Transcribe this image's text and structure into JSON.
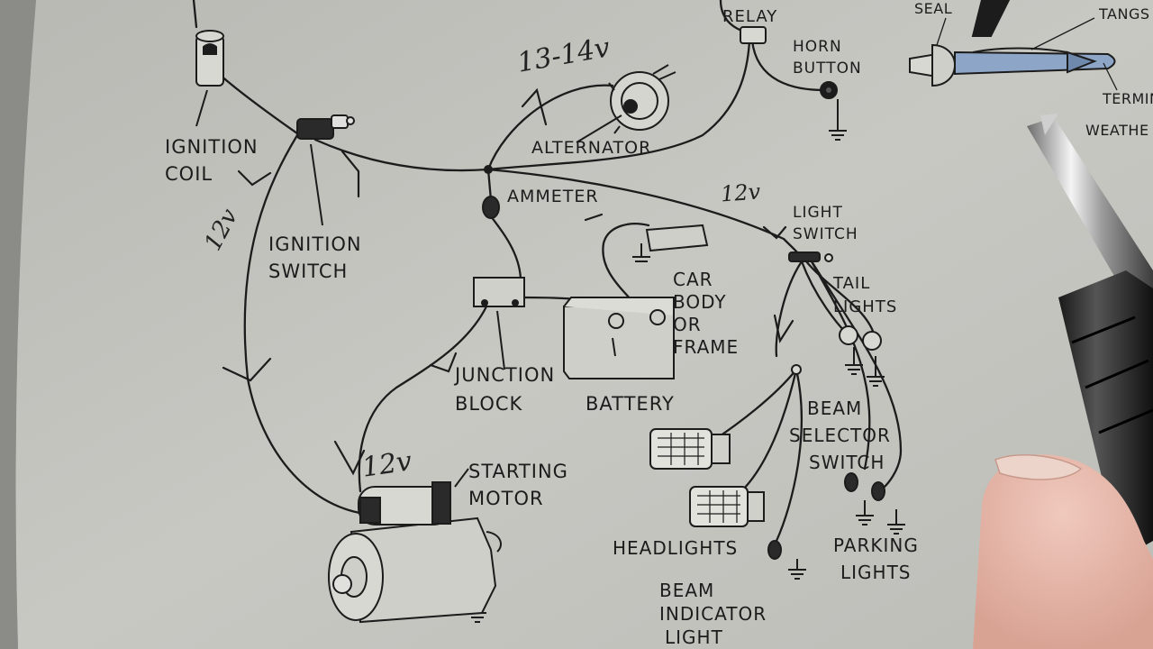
{
  "labels": {
    "horn_relay": "RELAY",
    "horn_button": [
      "HORN",
      "BUTTON"
    ],
    "seal": "SEAL",
    "tangs": "TANGS",
    "terminal": "TERMIN",
    "weather": "WEATHE",
    "ignition_coil": [
      "IGNITION",
      "COIL"
    ],
    "ignition_switch": [
      "IGNITION",
      "SWITCH"
    ],
    "alternator": "ALTERNATOR",
    "ammeter": "AMMETER",
    "light_switch": [
      "LIGHT",
      "SWITCH"
    ],
    "tail_lights": [
      "TAIL",
      "LIGHTS"
    ],
    "car_body": [
      "CAR",
      "BODY",
      "OR",
      "FRAME"
    ],
    "junction_block": [
      "JUNCTION",
      "BLOCK"
    ],
    "battery": "BATTERY",
    "beam_selector_switch": [
      "BEAM",
      "SELECTOR",
      "SWITCH"
    ],
    "starting_motor": [
      "STARTING",
      "MOTOR"
    ],
    "headlights": "HEADLIGHTS",
    "beam_indicator_light": [
      "BEAM",
      "INDICATOR",
      "LIGHT"
    ],
    "parking_lights": [
      "PARKING",
      "LIGHTS"
    ]
  },
  "handwritten": {
    "alternator_voltage": "13-14v",
    "light_feed_voltage": "12v",
    "coil_feed_voltage": "12v",
    "starter_voltage": "12v"
  },
  "colors": {
    "page": "#c4c4bf",
    "ink": "#1c1c1c"
  }
}
